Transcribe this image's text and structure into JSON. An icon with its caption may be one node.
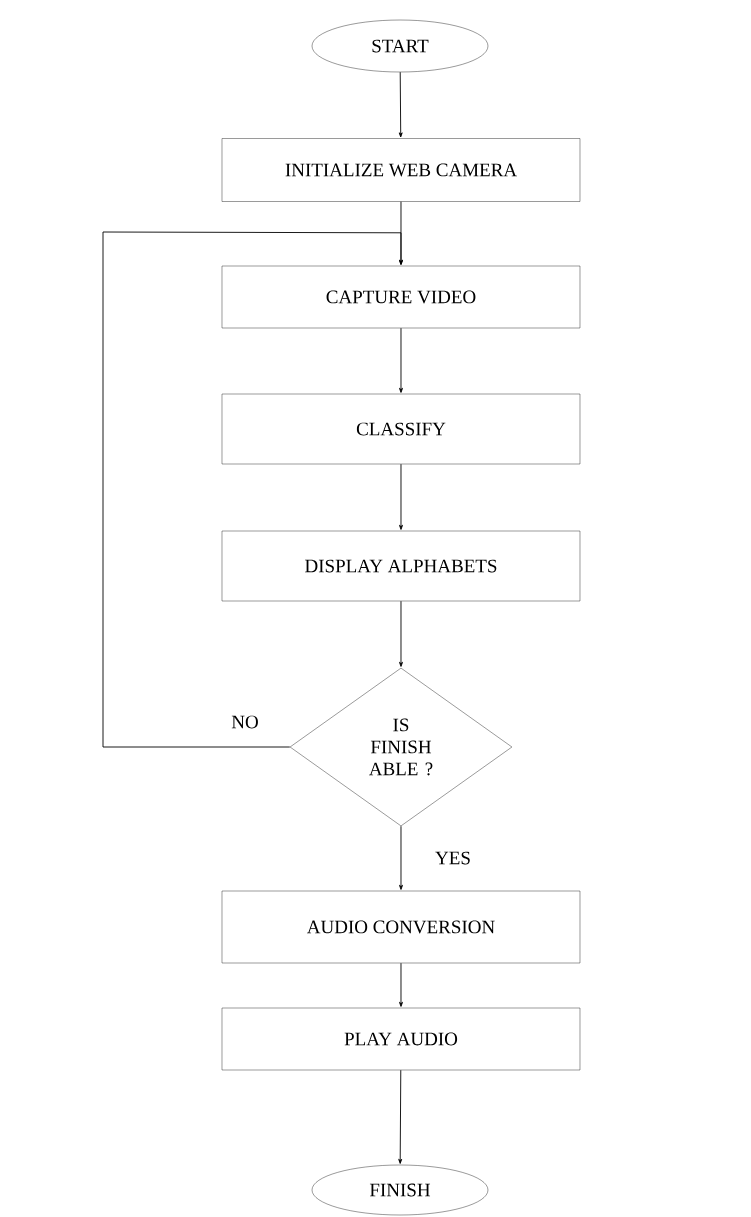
{
  "diagram": {
    "nodes": [
      {
        "text": [
          "START"
        ]
      },
      {
        "text": [
          "INITIALIZE WEB CAMERA"
        ]
      },
      {
        "text": [
          "CAPTURE VIDEO"
        ]
      },
      {
        "text": [
          "CLASSIFY"
        ]
      },
      {
        "text": [
          "DISPLAY ALPHABETS"
        ]
      },
      {
        "text": [
          "IS FINISH ABLE ?"
        ]
      },
      {
        "text": [
          "AUDIO CONVERSION"
        ]
      },
      {
        "text": [
          "PLAY AUDIO"
        ]
      },
      {
        "text": [
          "FINISH"
        ]
      }
    ],
    "edges": [
      {
        "from": 0,
        "to": 1,
        "arrow": "to"
      },
      {
        "from": 1,
        "to": 2,
        "arrow": "to"
      },
      {
        "from": 2,
        "to": 3,
        "arrow": "to"
      },
      {
        "from": 3,
        "to": 4,
        "arrow": "to"
      },
      {
        "from": 4,
        "to": 5,
        "arrow": "to"
      },
      {
        "from": 5,
        "to": 2,
        "arrow": "to",
        "label": "NO"
      },
      {
        "from": 5,
        "to": 6,
        "arrow": "to",
        "label": "YES"
      },
      {
        "from": 6,
        "to": 7,
        "arrow": "to"
      },
      {
        "from": 7,
        "to": 8,
        "arrow": "to"
      }
    ]
  }
}
